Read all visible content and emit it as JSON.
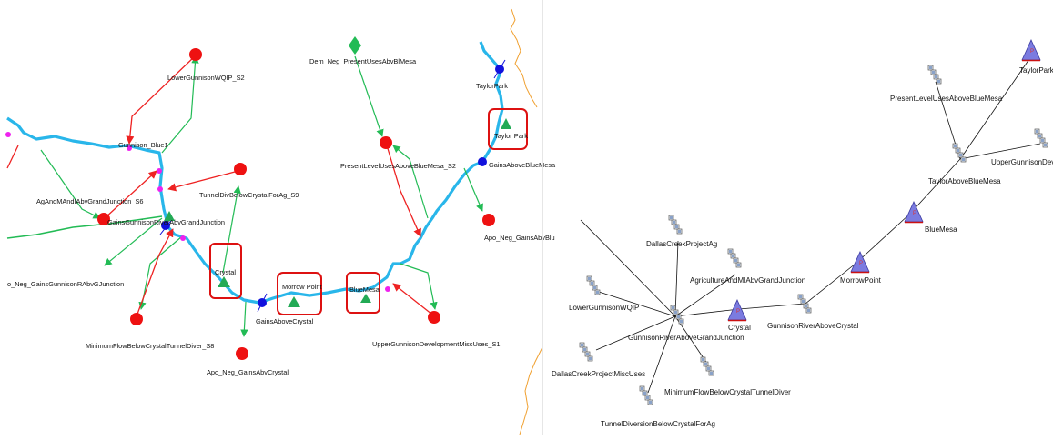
{
  "left_labels": {
    "lower_gunnison_wq": "LowerGunnisonWQIP_S2",
    "dem_reg": "Dem_Neg_PresentUsesAbvBlMesa",
    "taylor_park_node": "TaylorPark",
    "gunnison_blue": "Gunnison_Blue1",
    "taylor_park_box": "Taylor Park",
    "present_level_uses": "PresentLevelUsesAboveBlueMesa_S2",
    "gains_above_blue_mesa": "GainsAboveBlueMesa",
    "tunnel_div": "TunnelDivBelowCrystalForAg_S9",
    "ag_and_mi": "AgAndMAndIAbvGrandJunction_S6",
    "gains_gunnison": "GainsGunnisonRiverAbvGrandJunction",
    "apo_gains_abv_blue": "Apo_Neg_GainsAbvBlu",
    "crystal_box": "Crystal",
    "morrow_point_box": "Morrow Point",
    "blue_mesa_box": "BlueMesa",
    "neg_gains_grand": "o_Neg_GainsGunnisonRAbvGJunction",
    "gains_above_crystal": "GainsAboveCrystal",
    "min_flow": "MinimumFlowBelowCrystalTunnelDiver_S8",
    "upper_gunnison_dev": "UpperGunnisonDevelopmentMiscUses_S1",
    "apo_gains_crystal": "Apo_Neg_GainsAbvCrystal"
  },
  "right_labels": {
    "taylor_park": "TaylorPark",
    "present_level": "PresentLevelUsesAboveBlueMesa",
    "upper_gunnison": "UpperGunnisonDevelo",
    "taylor_above": "TaylorAboveBlueMesa",
    "blue_mesa": "BlueMesa",
    "dallas_ag": "DallasCreekProjectAg",
    "agriculture": "AgricultureAndMIAbvGrandJunction",
    "morrow_point": "MorrowPoint",
    "lower_gunnison": "LowerGunnisonWQIP",
    "crystal": "Crystal",
    "gunnison_above_crystal": "GunnisonRiverAboveCrystal",
    "gunnison_above_grand": "GunnisonRiverAboveGrandJunction",
    "dallas_misc": "DallasCreekProjectMiscUses",
    "min_flow": "MinimumFlowBelowCrystalTunnelDiver",
    "tunnel_div": "TunnelDiversionBelowCrystalForAg"
  },
  "colors": {
    "river": "#29b6ea",
    "demand": "#ee1111",
    "supply_link": "#22bb55",
    "return_link": "#ee2222",
    "reservoir": "#22aa55",
    "junction": "#ee22ee",
    "gain": "#1111dd",
    "highlight_box": "#dd1111",
    "boundary": "#f0a030",
    "right_reservoir": "#7b7be0"
  }
}
